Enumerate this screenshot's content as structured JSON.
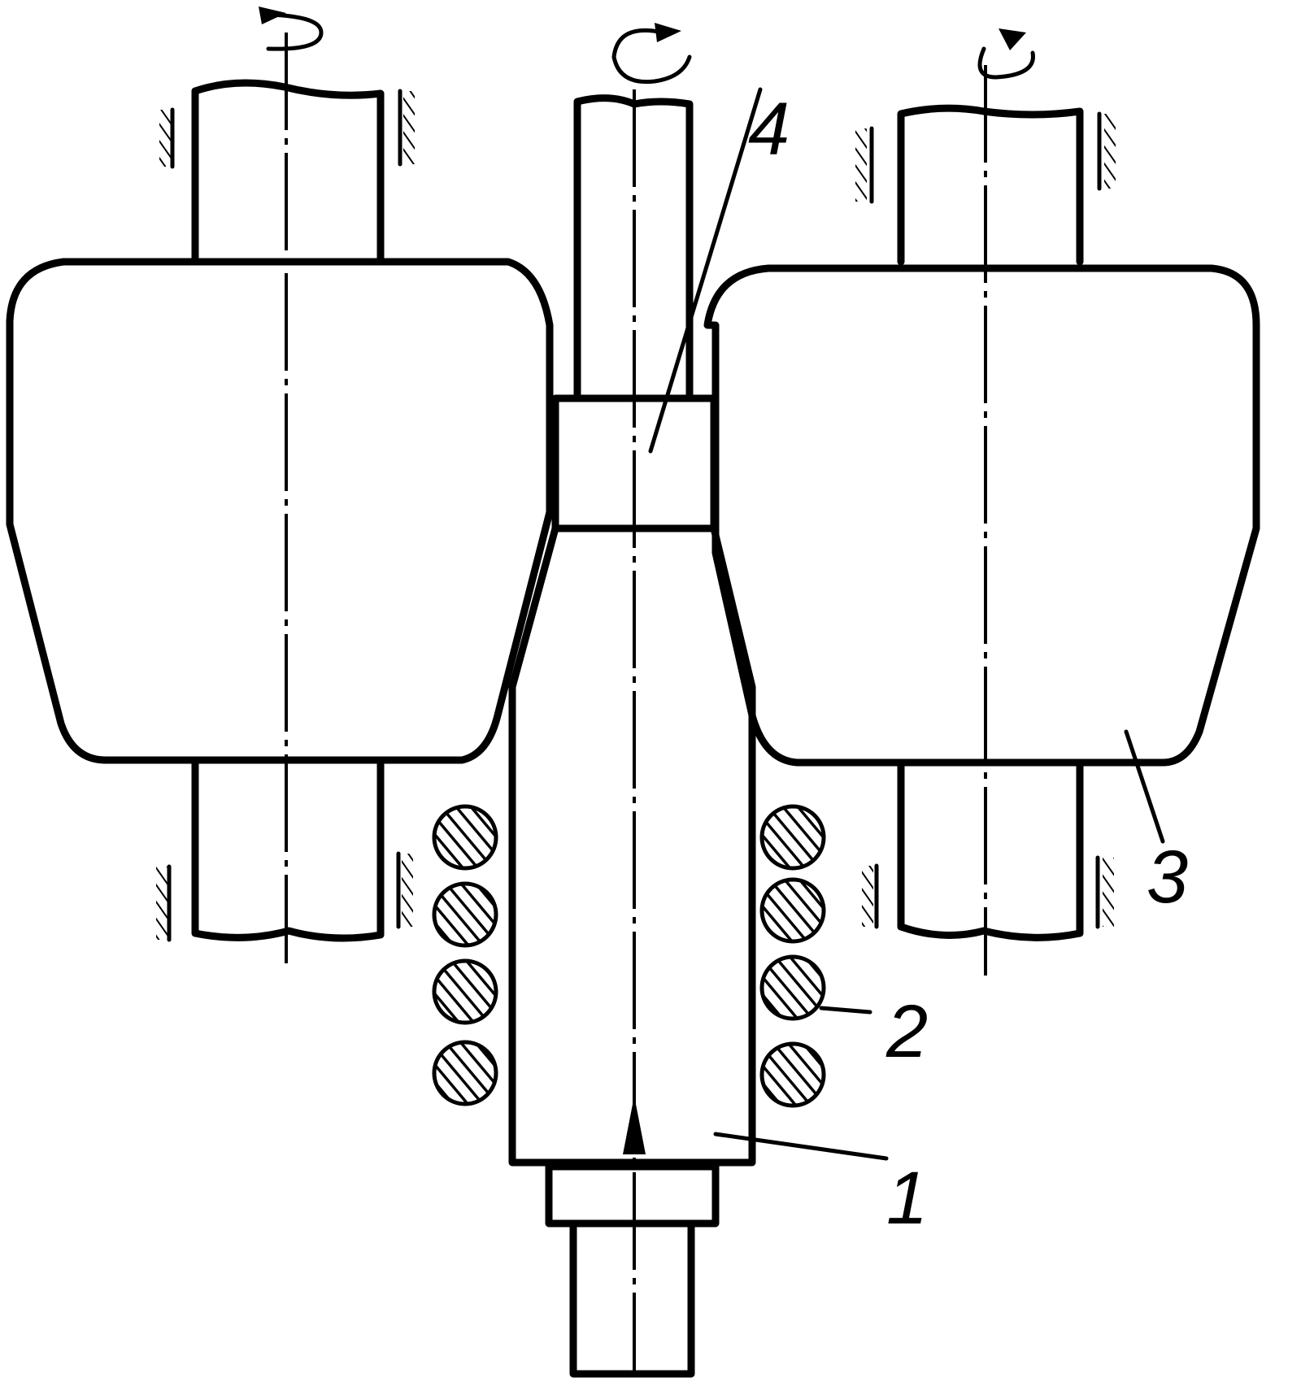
{
  "diagram": {
    "labels": {
      "workpiece": "1",
      "heating_coil": "2",
      "roll": "3",
      "deformation_zone": "4"
    },
    "colors": {
      "stroke": "#000000",
      "background": "#ffffff"
    }
  }
}
